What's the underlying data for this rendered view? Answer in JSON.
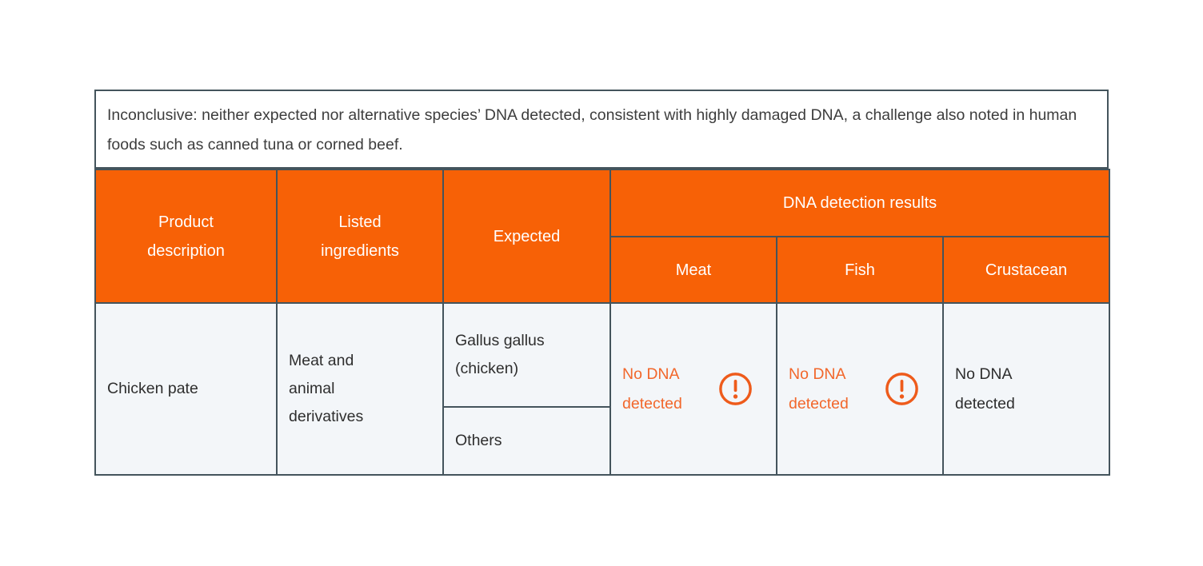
{
  "note": {
    "text": "Inconclusive: neither expected nor alternative species’ DNA detected, consistent with highly damaged DNA, a challenge also noted in human foods such as canned tuna or corned beef."
  },
  "table": {
    "headers": {
      "product": "Product description",
      "ingredients": "Listed ingredients",
      "expected": "Expected",
      "dna_group": "DNA detection results",
      "meat": "Meat",
      "fish": "Fish",
      "crustacean": "Crustacean"
    },
    "row": {
      "product": "Chicken pate",
      "ingredients": "Meat and animal derivatives",
      "expected_primary": "Gallus gallus (chicken)",
      "expected_secondary": "Others",
      "meat": {
        "text": "No DNA detected",
        "icon": "alert-circle",
        "flagged": true
      },
      "fish": {
        "text": "No DNA detected",
        "icon": "alert-circle",
        "flagged": true
      },
      "crustacean": {
        "text": "No DNA detected",
        "flagged": false
      }
    }
  },
  "colors": {
    "header_orange": "#F76106",
    "alert_orange": "#F2672B",
    "border_slate": "#44545C",
    "cell_background": "#F3F6F9"
  }
}
